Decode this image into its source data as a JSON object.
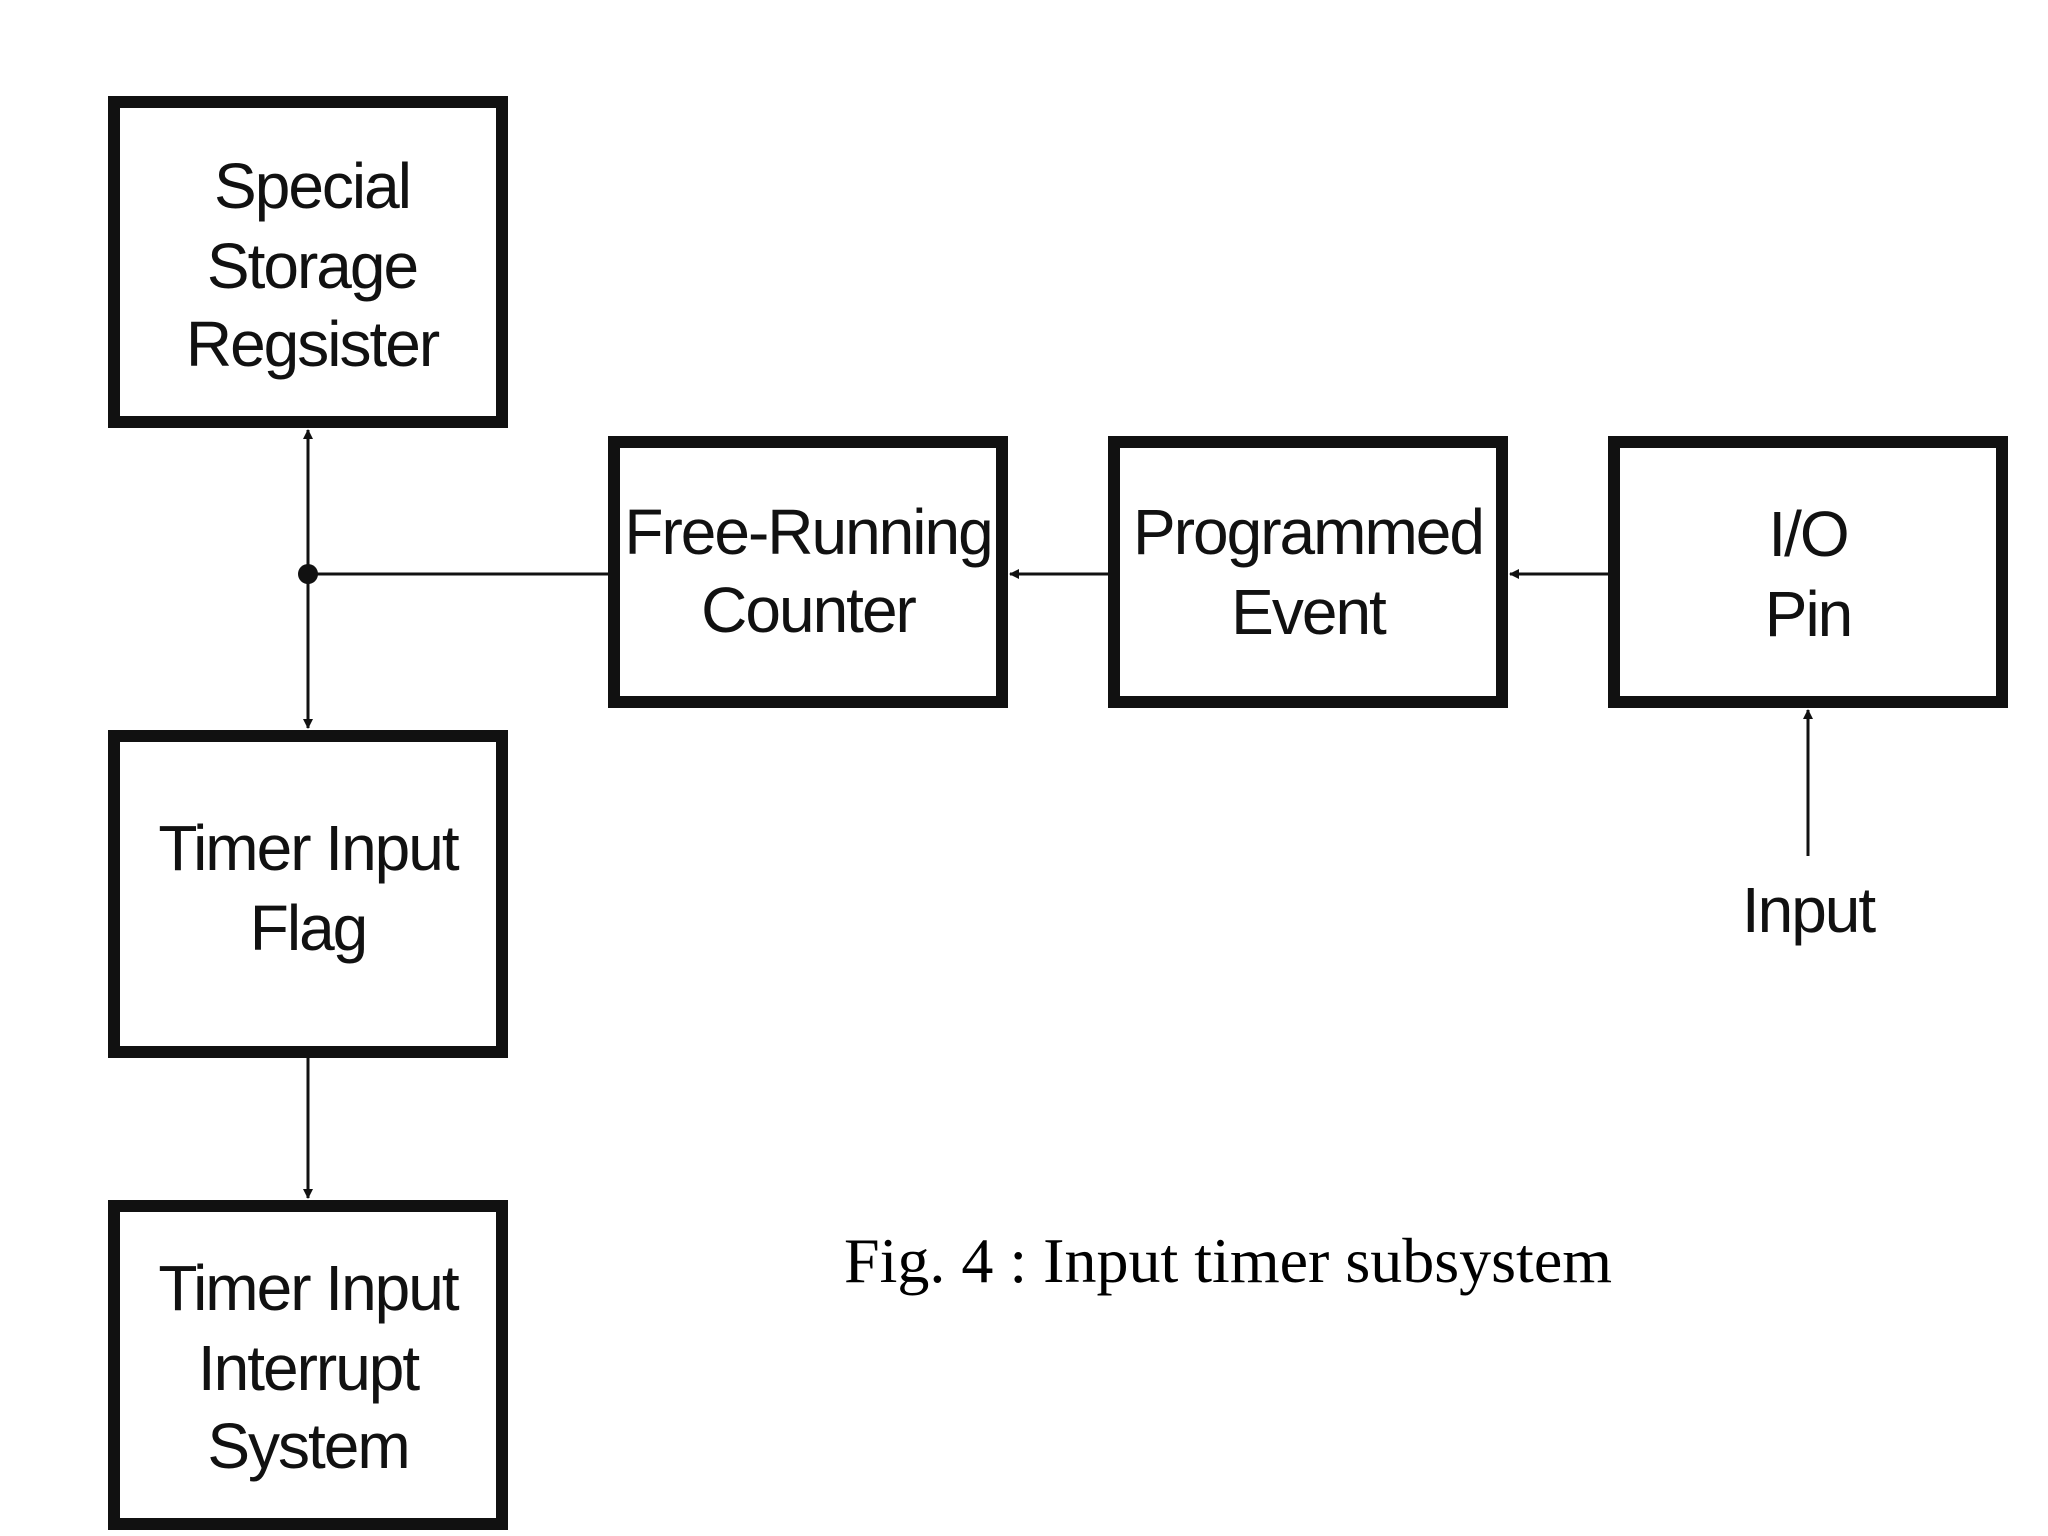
{
  "diagram": {
    "blocks": {
      "storage": [
        "Special",
        "Storage",
        "Regsister"
      ],
      "counter": [
        "Free-Running",
        "Counter"
      ],
      "event": [
        "Programmed",
        "Event"
      ],
      "io_pin": [
        "I/O",
        "Pin"
      ],
      "flag": [
        "Timer Input",
        "Flag"
      ],
      "interrupt": [
        "Timer Input",
        "Interrupt",
        "System"
      ]
    },
    "input_label": "Input",
    "caption": "Fig. 4 : Input timer subsystem"
  }
}
